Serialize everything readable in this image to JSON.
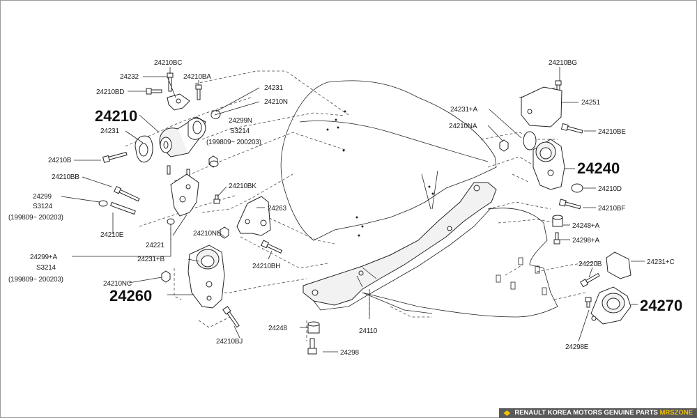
{
  "labels": {
    "l24210BC": "24210BC",
    "l24232": "24232",
    "l24210BA": "24210BA",
    "l24210BD": "24210BD",
    "l24231a": "24231",
    "l24210N": "24210N",
    "l24299N": "24299N",
    "lS3214a": "S3214",
    "lRange1": "(199809~ 200203)",
    "l24231b": "24231",
    "l24210B": "24210B",
    "l24210BB": "24210BB",
    "l24299": "24299",
    "lS3124": "S3124",
    "lRange2": "(199809~ 200203)",
    "l24210E": "24210E",
    "l24221": "24221",
    "l24210NB": "24210NB",
    "l24210BK": "24210BK",
    "l24263": "24263",
    "l24210BH": "24210BH",
    "l24299A": "24299+A",
    "lS3214b": "S3214",
    "lRange3": "(199809~ 200203)",
    "l24231B": "24231+B",
    "l24210NC": "24210NC",
    "l24210BJ": "24210BJ",
    "l24248a": "24248",
    "l24298a": "24298",
    "l24110": "24110",
    "l24210BG": "24210BG",
    "l24251": "24251",
    "l24231A": "24231+A",
    "l24210NA": "24210NA",
    "l24210BE": "24210BE",
    "l24210D": "24210D",
    "l24210BF": "24210BF",
    "l24248A": "24248+A",
    "l24298A": "24298+A",
    "l24220B": "24220B",
    "l24231C": "24231+C",
    "l24298E": "24298E"
  },
  "big_labels": {
    "b24210": "24210",
    "b24260": "24260",
    "b24240": "24240",
    "b24270": "24270"
  },
  "footer": {
    "text": "RENAULT KOREA MOTORS GENUINE PARTS ",
    "brand": "MRSZONE"
  }
}
